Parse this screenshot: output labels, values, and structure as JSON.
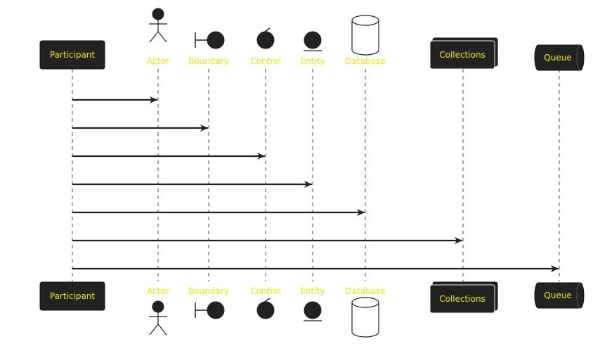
{
  "diagram": {
    "type": "sequence",
    "colors": {
      "box_fill": "#222222",
      "box_stroke": "#111111",
      "label_text": "#f2e800",
      "line": "#222222",
      "background": "#ffffff"
    },
    "participants": [
      {
        "id": "participant",
        "name": "Participant",
        "kind": "participant"
      },
      {
        "id": "actor",
        "name": "Actor",
        "kind": "actor"
      },
      {
        "id": "boundary",
        "name": "Boundary",
        "kind": "boundary"
      },
      {
        "id": "control",
        "name": "Control",
        "kind": "control"
      },
      {
        "id": "entity",
        "name": "Entity",
        "kind": "entity"
      },
      {
        "id": "database",
        "name": "Database",
        "kind": "database"
      },
      {
        "id": "collections",
        "name": "Collections",
        "kind": "collections"
      },
      {
        "id": "queue",
        "name": "Queue",
        "kind": "queue"
      }
    ],
    "messages": [
      {
        "from": "participant",
        "to": "actor",
        "label": ""
      },
      {
        "from": "participant",
        "to": "boundary",
        "label": ""
      },
      {
        "from": "participant",
        "to": "control",
        "label": ""
      },
      {
        "from": "participant",
        "to": "entity",
        "label": ""
      },
      {
        "from": "participant",
        "to": "database",
        "label": ""
      },
      {
        "from": "participant",
        "to": "collections",
        "label": ""
      },
      {
        "from": "participant",
        "to": "queue",
        "label": ""
      }
    ]
  }
}
